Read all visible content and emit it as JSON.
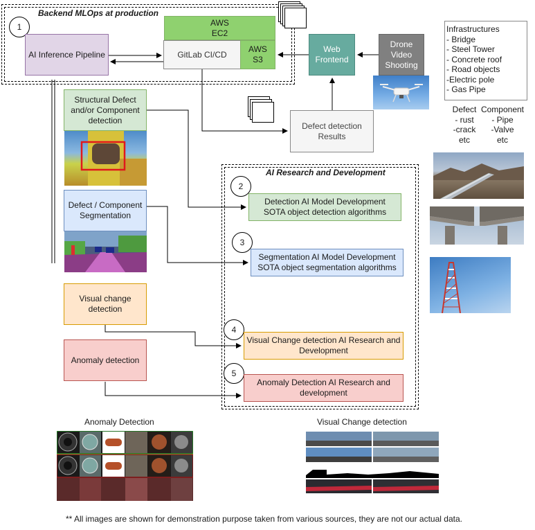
{
  "sections": {
    "backend": "Backend MLOps at production",
    "research": "AI Research and Development"
  },
  "steps": [
    "1",
    "2",
    "3",
    "4",
    "5"
  ],
  "nodes": {
    "inference": "AI Inference Pipeline",
    "ec2_line1": "AWS",
    "ec2_line2": "EC2",
    "gitlab": "GitLab CI/CD",
    "s3_line1": "AWS",
    "s3_line2": "S3",
    "web_line1": "Web",
    "web_line2": "Frontend",
    "drone_line1": "Drone",
    "drone_line2": "Video",
    "drone_line3": "Shooting",
    "results_line1": "Defect detection",
    "results_line2": "Results",
    "structural_line1": "Structural Defect",
    "structural_line2": "and/or Component",
    "structural_line3": "detection",
    "segmentation_line1": "Defect / Component",
    "segmentation_line2": "Segmentation",
    "visual_line1": "Visual change",
    "visual_line2": "detection",
    "anomaly": "Anomaly detection",
    "det_dev_line1": "Detection AI Model Development",
    "det_dev_line2": "SOTA object detection algorithms",
    "seg_dev_line1": "Segmentation AI Model Development",
    "seg_dev_line2": "SOTA object segmentation algorithms",
    "vc_dev_line1": "Visual Change detection AI Research and",
    "vc_dev_line2": "Development",
    "an_dev_line1": "Anomaly Detection AI Research and",
    "an_dev_line2": "development"
  },
  "infrastructures": {
    "title": "Infrastructures",
    "items": [
      "- Bridge",
      "- Steel Tower",
      "- Concrete roof",
      "- Road objects",
      "-Electric pole",
      "- Gas Pipe"
    ]
  },
  "defect": {
    "header": "Defect",
    "items": [
      "- rust",
      "-crack",
      "etc"
    ]
  },
  "component": {
    "header": "Component",
    "items": [
      "- Pipe",
      "-Valve",
      "etc"
    ]
  },
  "captions": {
    "anomaly": "Anomaly Detection",
    "visual_change": "Visual Change detection",
    "footnote": "** All images are shown for demonstration purpose taken from various sources, they are not our actual data."
  },
  "colors": {
    "green": "#d5e8d4",
    "green_border": "#82b366",
    "strong_green": "#8fd16f",
    "blue": "#dae8fc",
    "blue_border": "#6c8ebf",
    "orange": "#ffe6cc",
    "orange_border": "#d79b00",
    "red": "#f8cecc",
    "red_border": "#b85450",
    "purple": "#e1d5e7",
    "purple_border": "#9673a6",
    "teal": "#67ab9f",
    "gray_dark": "#808080",
    "gray_light": "#f5f5f5"
  }
}
